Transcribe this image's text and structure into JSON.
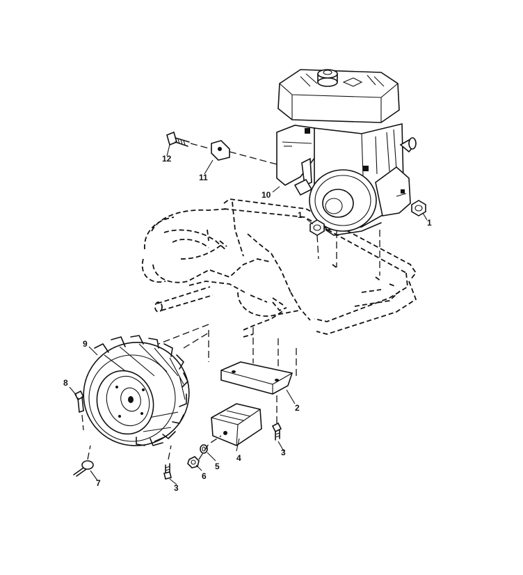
{
  "callouts": {
    "c1a": "1",
    "c1b": "1",
    "c2": "2",
    "c3a": "3",
    "c3b": "3",
    "c4": "4",
    "c5": "5",
    "c6": "6",
    "c7": "7",
    "c8": "8",
    "c9": "9",
    "c10": "10",
    "c11": "11",
    "c12": "12"
  }
}
